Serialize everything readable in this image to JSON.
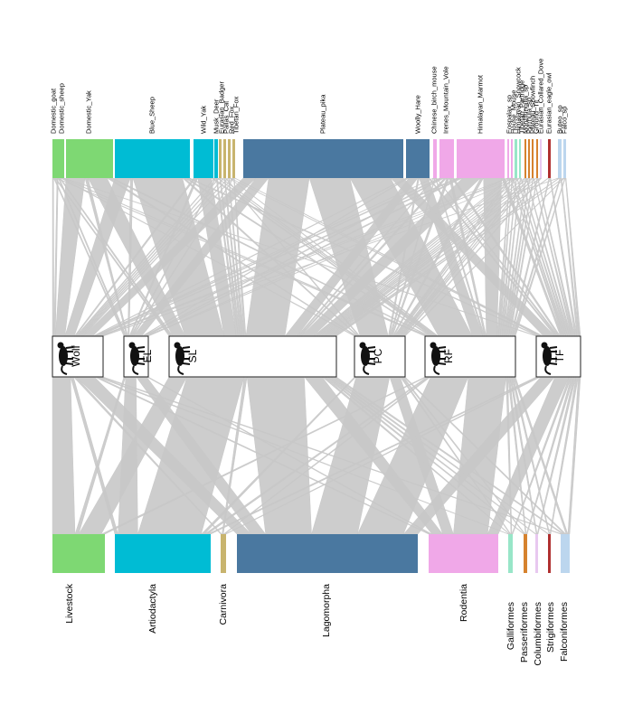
{
  "chart_data": {
    "type": "bipartite_web",
    "prey_species": [
      {
        "name": "Domestic_goat",
        "color": "#7ed873"
      },
      {
        "name": "Domestic_sheep",
        "color": "#7ed873"
      },
      {
        "name": "Domestic_Yak",
        "color": "#7ed873"
      },
      {
        "name": "Blue_Sheep",
        "color": "#00bcd4"
      },
      {
        "name": "Wild_Yak",
        "color": "#00bcd4"
      },
      {
        "name": "Musk_Deer",
        "color": "#00bcd4"
      },
      {
        "name": "Eurasian_Badger",
        "color": "#c8b46e"
      },
      {
        "name": "Pallas_Cat",
        "color": "#c8b46e"
      },
      {
        "name": "Red_Fox",
        "color": "#c8b46e"
      },
      {
        "name": "Tibetan_Fox",
        "color": "#c8b46e"
      },
      {
        "name": "Plateau_pika",
        "color": "#4a78a0"
      },
      {
        "name": "Woolly_Hare",
        "color": "#4a78a0"
      },
      {
        "name": "Chinese_birch_mouse",
        "color": "#f0a8e8"
      },
      {
        "name": "Irenes_Mountain_Vole",
        "color": "#f0a8e8"
      },
      {
        "name": "Himalayan_Marmot",
        "color": "#f0a8e8"
      },
      {
        "name": "Eospalax_sp",
        "color": "#f0a8e8"
      },
      {
        "name": "House_Mouse",
        "color": "#f0a8e8"
      },
      {
        "name": "Himalayan_Snowcock",
        "color": "#98e6c8"
      },
      {
        "name": "Tibetan_Partridge",
        "color": "#98e6c8"
      },
      {
        "name": "Montifringilla_sp",
        "color": "#d6822e"
      },
      {
        "name": "Pyrrhula_sp",
        "color": "#d6822e"
      },
      {
        "name": "Plateau_Snowfinch",
        "color": "#d6822e"
      },
      {
        "name": "Ground_Tit",
        "color": "#d6822e"
      },
      {
        "name": "Eurasian_Collared_Dove",
        "color": "#e8c8f0"
      },
      {
        "name": "Eurasian_eagle_owl",
        "color": "#b03030"
      },
      {
        "name": "Buteo_sp",
        "color": "#bcd6ee"
      },
      {
        "name": "Falco_sp",
        "color": "#bcd6ee"
      }
    ],
    "predators": [
      "Wolf",
      "EL",
      "SL",
      "PC",
      "RF",
      "TF"
    ],
    "prey_orders": [
      {
        "name": "Livestock",
        "color": "#7ed873"
      },
      {
        "name": "Artiodactyla",
        "color": "#00bcd4"
      },
      {
        "name": "Carnivora",
        "color": "#c8b46e"
      },
      {
        "name": "Lagomorpha",
        "color": "#4a78a0"
      },
      {
        "name": "Rodentia",
        "color": "#f0a8e8"
      },
      {
        "name": "Galliformes",
        "color": "#98e6c8"
      },
      {
        "name": "Passeriformes",
        "color": "#d6822e"
      },
      {
        "name": "Columbiformes",
        "color": "#e8c8f0"
      },
      {
        "name": "Strigiformes",
        "color": "#b03030"
      },
      {
        "name": "Falconiformes",
        "color": "#bcd6ee"
      }
    ],
    "link_color": "#c8c8c8"
  }
}
